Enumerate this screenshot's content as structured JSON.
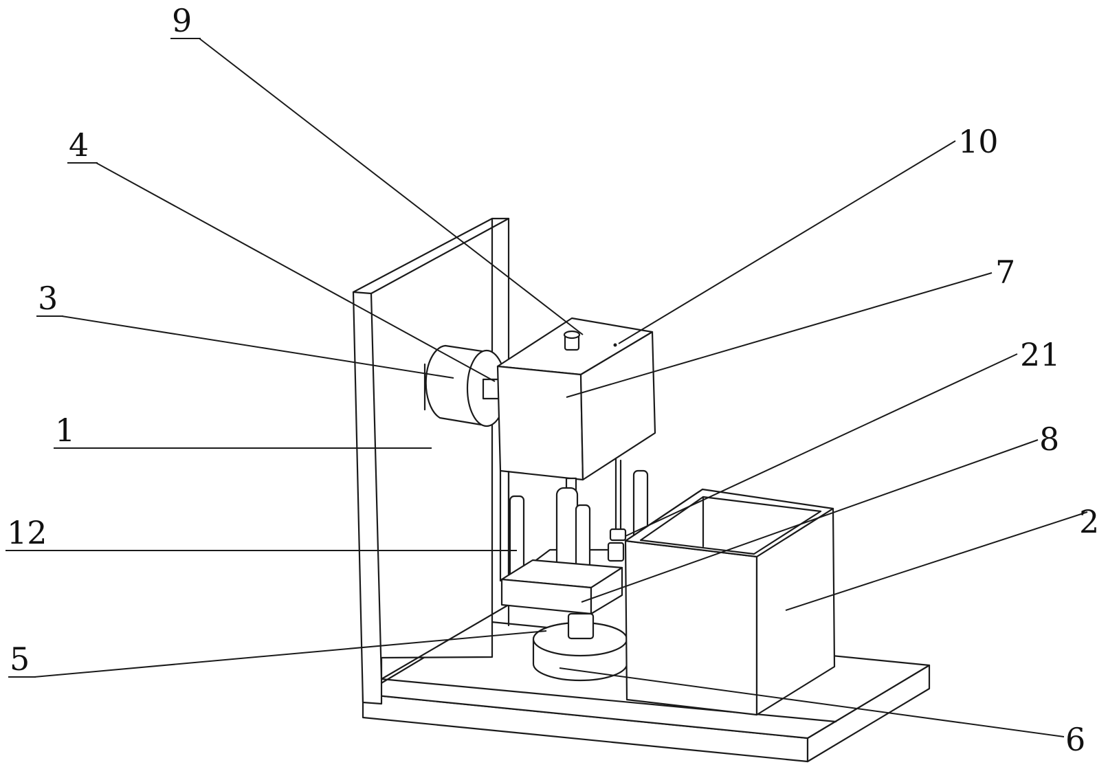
{
  "callouts": {
    "c1": "1",
    "c2": "2",
    "c3": "3",
    "c4": "4",
    "c5": "5",
    "c6": "6",
    "c7": "7",
    "c8": "8",
    "c9": "9",
    "c10": "10",
    "c12": "12",
    "c21": "21"
  }
}
